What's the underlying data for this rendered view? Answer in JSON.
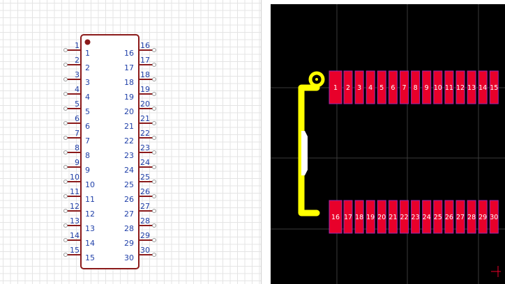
{
  "schematic": {
    "left_pins_outer": [
      "1",
      "2",
      "3",
      "4",
      "5",
      "6",
      "7",
      "8",
      "9",
      "10",
      "11",
      "12",
      "13",
      "14",
      "15"
    ],
    "right_pins_outer": [
      "16",
      "17",
      "18",
      "19",
      "20",
      "21",
      "22",
      "23",
      "24",
      "25",
      "26",
      "27",
      "28",
      "29",
      "30"
    ],
    "left_pins_inner": [
      "1",
      "2",
      "3",
      "4",
      "5",
      "6",
      "7",
      "8",
      "9",
      "10",
      "11",
      "12",
      "13",
      "14",
      "15"
    ],
    "right_pins_inner": [
      "16",
      "17",
      "18",
      "19",
      "20",
      "21",
      "22",
      "23",
      "24",
      "25",
      "26",
      "27",
      "28",
      "29",
      "30"
    ],
    "colors": {
      "body": "#8b1a1a",
      "pin_text": "#1f3fa8",
      "pin_line": "#8b1a1a"
    }
  },
  "pcb": {
    "top_pads": [
      "1",
      "2",
      "3",
      "4",
      "5",
      "6",
      "7",
      "8",
      "9",
      "10",
      "11",
      "12",
      "13",
      "14",
      "15"
    ],
    "bottom_pads": [
      "16",
      "17",
      "18",
      "19",
      "20",
      "21",
      "22",
      "23",
      "24",
      "25",
      "26",
      "27",
      "28",
      "29",
      "30"
    ],
    "colors": {
      "pad": "#e8002a",
      "pad_border": "#9c27b0",
      "silkscreen": "#ffff00",
      "pad_text": "#ffffff"
    }
  }
}
